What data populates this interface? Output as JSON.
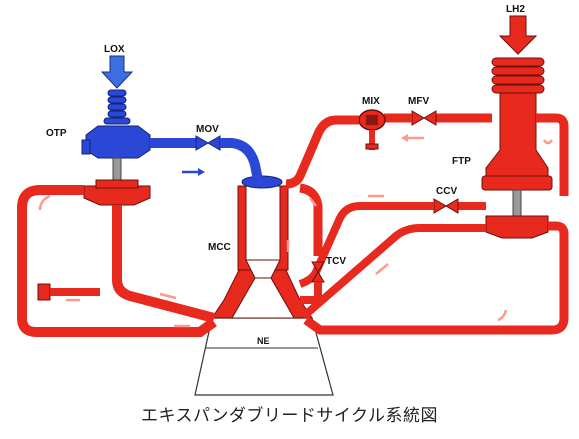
{
  "labels": {
    "lox": "LOX",
    "lh2": "LH2",
    "otp": "OTP",
    "mov": "MOV",
    "mix": "MIX",
    "mfv": "MFV",
    "ftp": "FTP",
    "ccv": "CCV",
    "mcc": "MCC",
    "tcv": "TCV",
    "ne": "NE"
  },
  "caption": "エキスパンダブリードサイクル系統図",
  "colors": {
    "fuel": "#e8291e",
    "oxidizer": "#2b47d6",
    "outline": "#6b0f0a",
    "arrow_fuel": "#ff9a8a",
    "arrow_ox": "#2b47d6"
  }
}
